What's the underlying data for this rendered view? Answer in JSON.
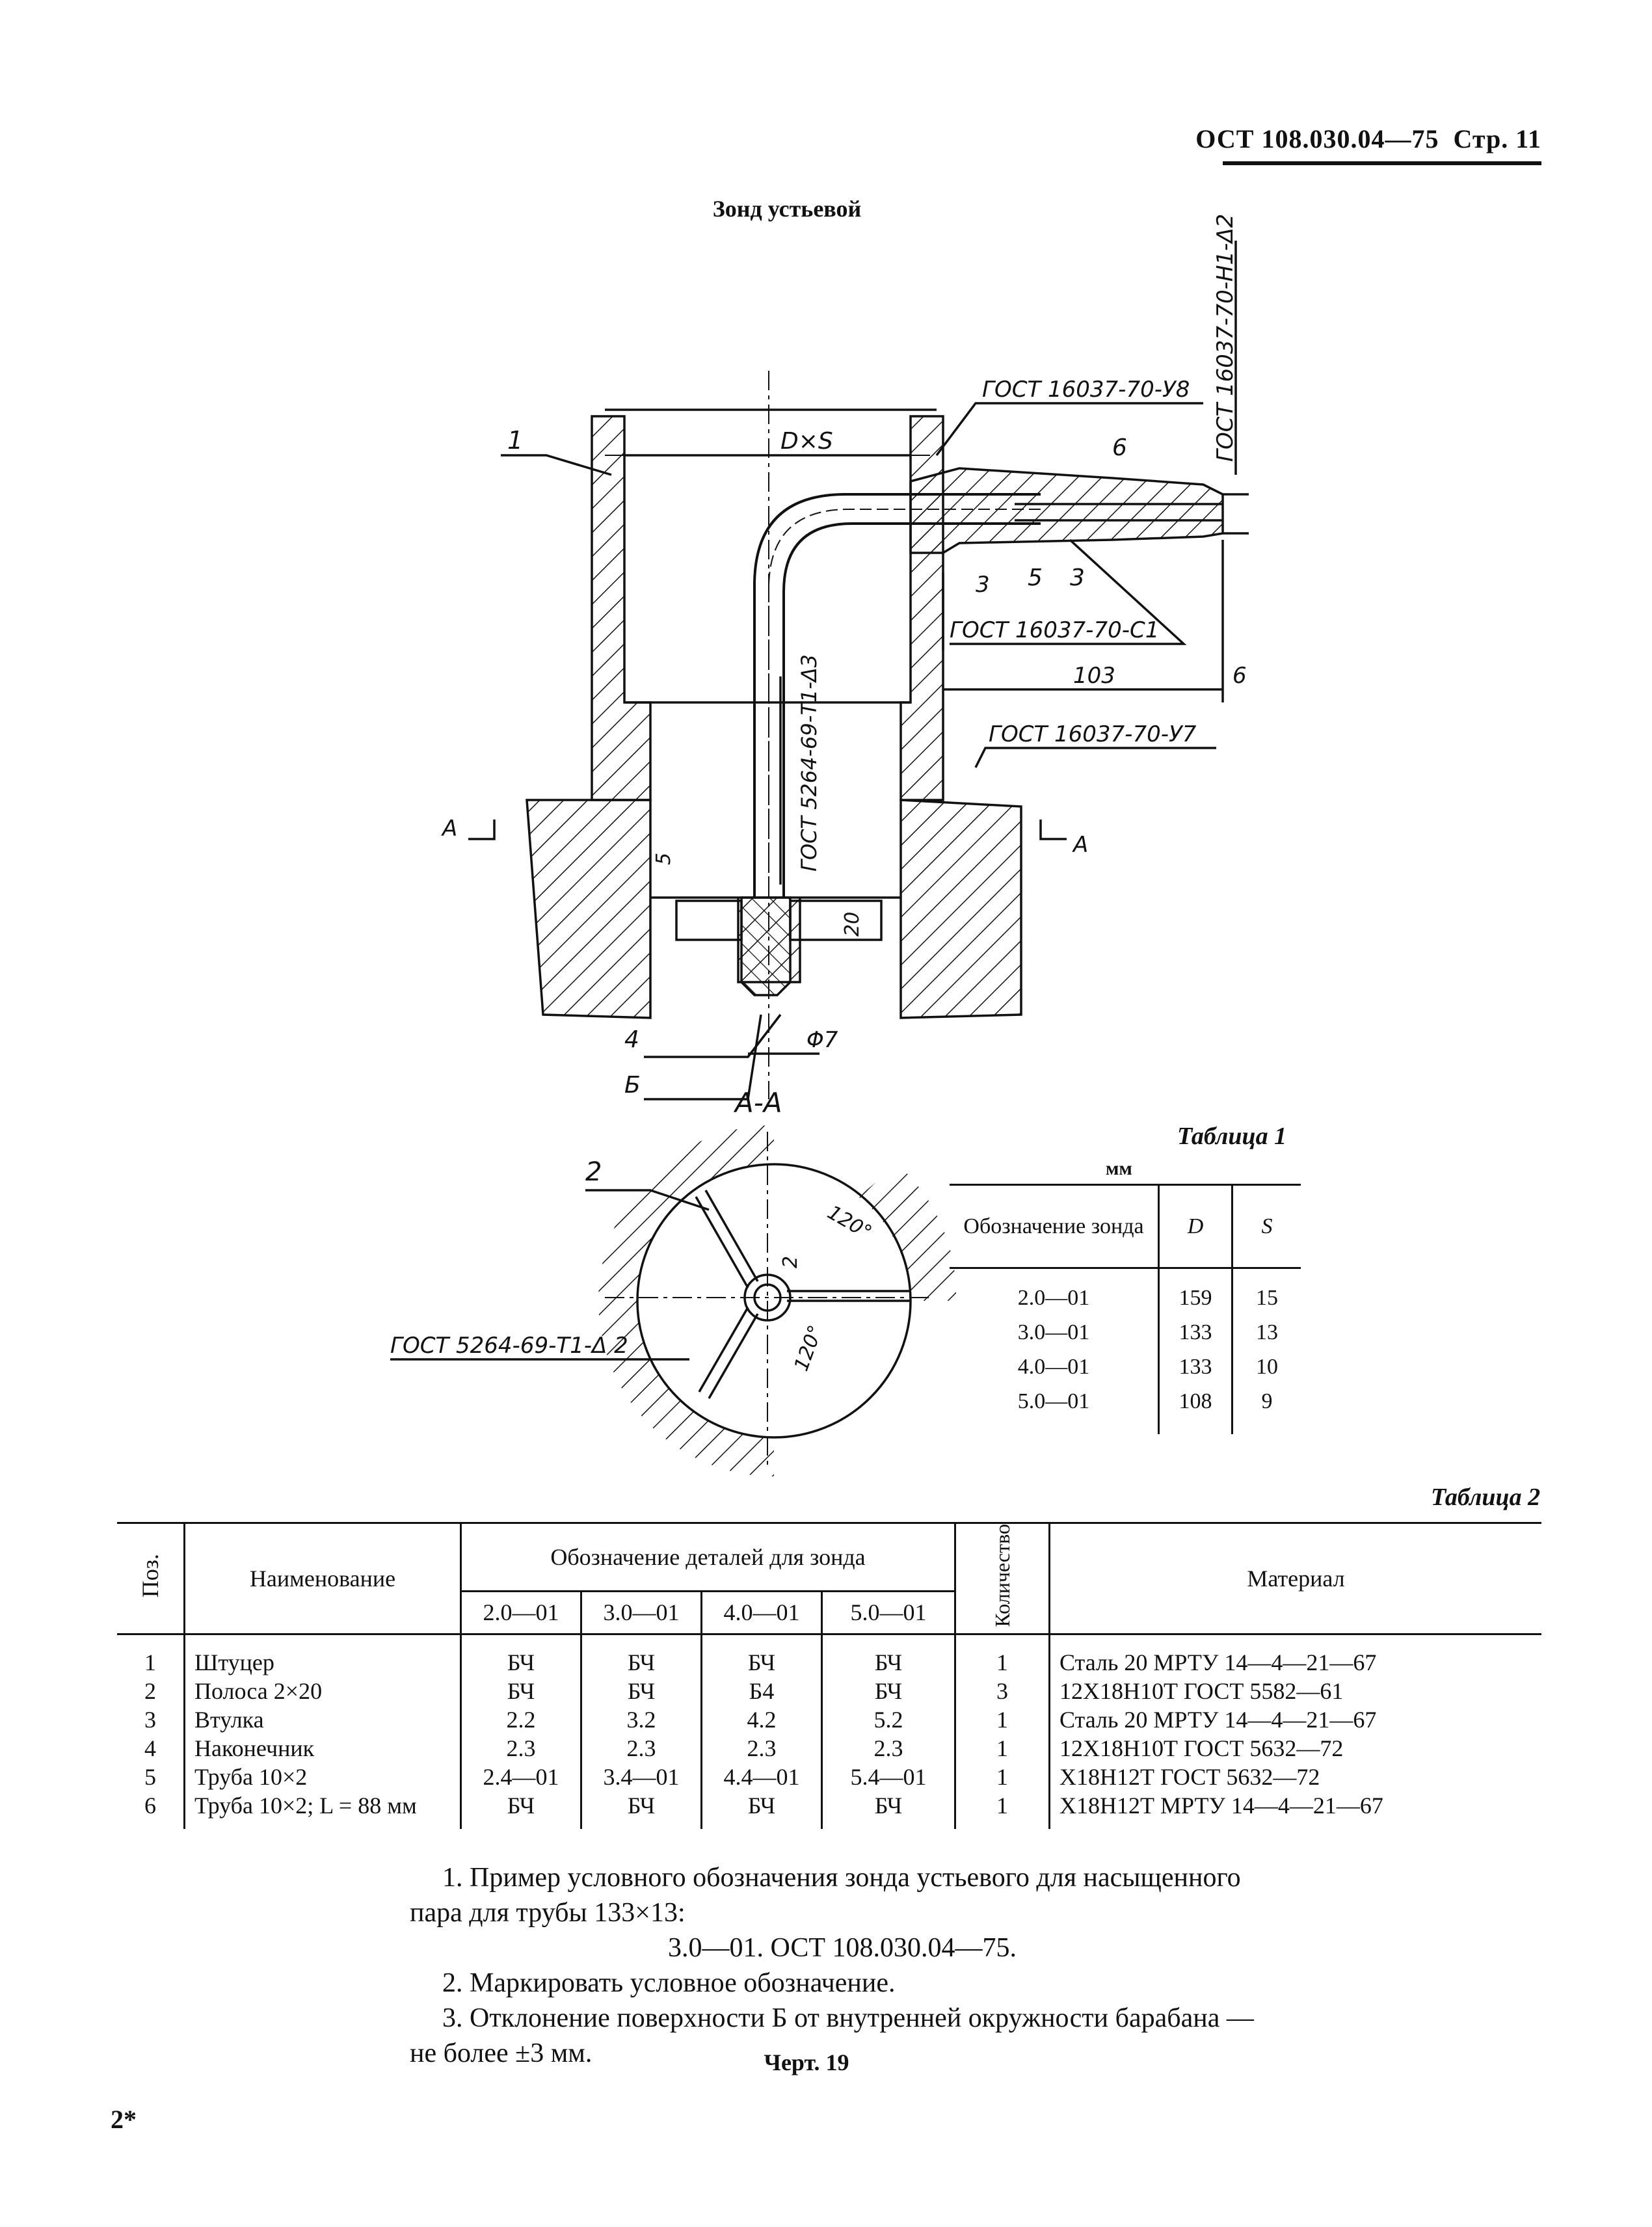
{
  "header": {
    "doc_code": "ОСТ 108.030.04—75",
    "page": "Стр. 11"
  },
  "title": "Зонд устьевой",
  "drawing": {
    "leaders": {
      "d1": "ГОСТ 16037-70-У8",
      "d2": "ГОСТ 16037-70-Н1-Δ2",
      "d3": "ГОСТ 16037-70-С1",
      "d4": "ГОСТ 16037-70-У7",
      "d5": "ГОСТ 5264-69-Т1-Δ3",
      "d6": "ГОСТ 5264-69-Т1-Δ 2"
    },
    "dimensions": {
      "dxs": "D×S",
      "l103": "103",
      "s3": "3",
      "s6": "6",
      "s5": "5",
      "s20": "20",
      "phi7": "Φ7",
      "ang1": "120°",
      "ang2": "120°",
      "s2": "2"
    },
    "positions": {
      "p1": "1",
      "p2": "2",
      "p3a": "3",
      "p3b": "3",
      "p4": "4",
      "p5": "5",
      "p6": "6",
      "pb": "Б"
    },
    "section_marks": {
      "left": "А",
      "right": "А",
      "label": "А-А"
    }
  },
  "table1": {
    "caption": "Таблица 1",
    "units": "мм",
    "headers": {
      "designation": "Обозначение зонда",
      "d": "D",
      "s": "S"
    },
    "rows": [
      {
        "designation": "2.0—01",
        "d": "159",
        "s": "15"
      },
      {
        "designation": "3.0—01",
        "d": "133",
        "s": "13"
      },
      {
        "designation": "4.0—01",
        "d": "133",
        "s": "10"
      },
      {
        "designation": "5.0—01",
        "d": "108",
        "s": "9"
      }
    ]
  },
  "table2": {
    "caption": "Таблица 2",
    "headers": {
      "pos": "Поз.",
      "name": "Наименование",
      "group": "Обозначение деталей для зонда",
      "v1": "2.0—01",
      "v2": "3.0—01",
      "v3": "4.0—01",
      "v4": "5.0—01",
      "qty": "Количество",
      "material": "Материал"
    },
    "rows": [
      {
        "pos": "1",
        "name": "Штуцер",
        "v1": "БЧ",
        "v2": "БЧ",
        "v3": "БЧ",
        "v4": "БЧ",
        "qty": "1",
        "material": "Сталь 20 МРТУ 14—4—21—67"
      },
      {
        "pos": "2",
        "name": "Полоса 2×20",
        "v1": "БЧ",
        "v2": "БЧ",
        "v3": "Б4",
        "v4": "БЧ",
        "qty": "3",
        "material": "12Х18Н10Т ГОСТ 5582—61"
      },
      {
        "pos": "3",
        "name": "Втулка",
        "v1": "2.2",
        "v2": "3.2",
        "v3": "4.2",
        "v4": "5.2",
        "qty": "1",
        "material": "Сталь 20 МРТУ 14—4—21—67"
      },
      {
        "pos": "4",
        "name": "Наконечник",
        "v1": "2.3",
        "v2": "2.3",
        "v3": "2.3",
        "v4": "2.3",
        "qty": "1",
        "material": "12Х18Н10Т ГОСТ 5632—72"
      },
      {
        "pos": "5",
        "name": "Труба 10×2",
        "v1": "2.4—01",
        "v2": "3.4—01",
        "v3": "4.4—01",
        "v4": "5.4—01",
        "qty": "1",
        "material": "Х18Н12Т ГОСТ 5632—72"
      },
      {
        "pos": "6",
        "name": "Труба 10×2; L = 88 мм",
        "v1": "БЧ",
        "v2": "БЧ",
        "v3": "БЧ",
        "v4": "БЧ",
        "qty": "1",
        "material": "Х18Н12Т МРТУ 14—4—21—67"
      }
    ]
  },
  "notes": {
    "n1": "1. Пример условного обозначения зонда устьевого для насыщенного пара для трубы 133×13:",
    "n1b": "3.0—01. ОСТ 108.030.04—75.",
    "n2": "2. Маркировать условное обозначение.",
    "n3": "3. Отклонение поверхности Б от внутренней окружности барабана — не более ±3 мм."
  },
  "figure_label": "Черт. 19",
  "footer_mark": "2*"
}
